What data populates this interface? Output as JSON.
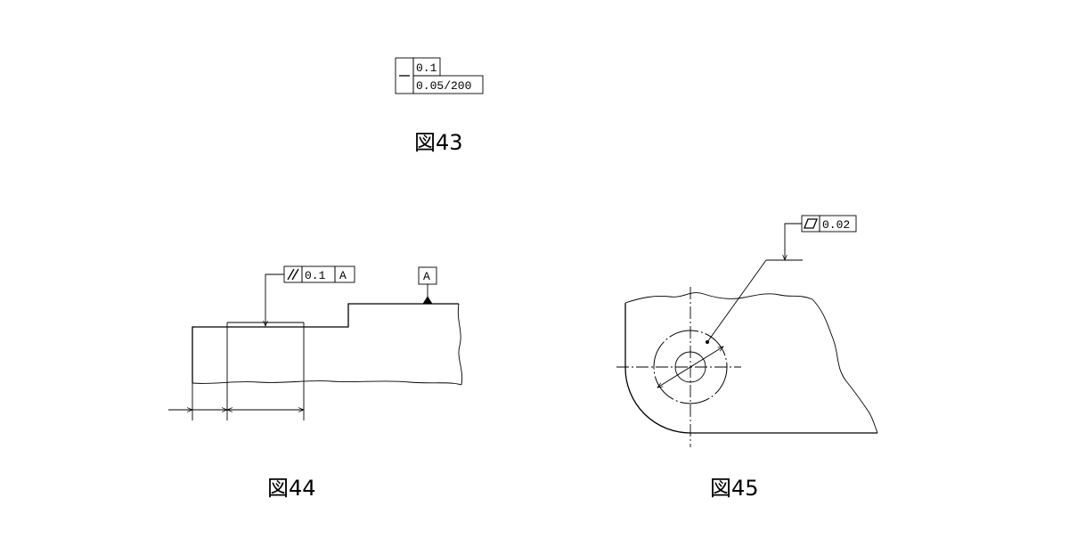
{
  "figure43": {
    "caption": "図43",
    "frame": {
      "symbol": "straightness",
      "row1": "0.1",
      "row2": "0.05/200"
    }
  },
  "figure44": {
    "caption": "図44",
    "frame": {
      "symbol": "parallelism",
      "tolerance": "0.1",
      "datum_ref": "A"
    },
    "datum_label": "A"
  },
  "figure45": {
    "caption": "図45",
    "frame": {
      "symbol": "flatness",
      "tolerance": "0.02"
    }
  }
}
